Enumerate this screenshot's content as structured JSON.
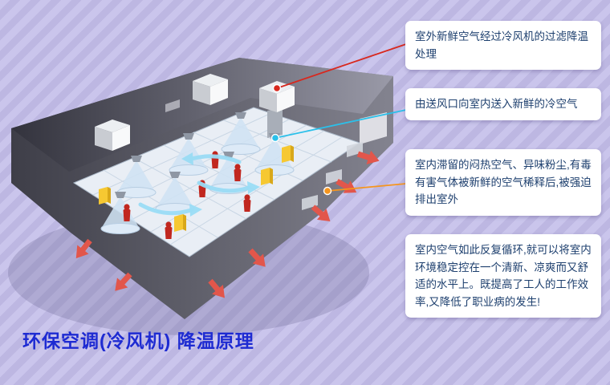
{
  "title": {
    "text": "环保空调(冷风机) 降温原理",
    "color": "#1e2bd2"
  },
  "callouts": [
    {
      "text": "室外新鲜空气经过冷风机的过滤降温处理",
      "marker_color": "#d8281e"
    },
    {
      "text": "由送风口向室内送入新鲜的冷空气",
      "marker_color": "#2bc0ea"
    },
    {
      "text": "室内滞留的闷热空气、异味粉尘,有毒有害气体被新鲜的空气稀释后,被强迫排出室外",
      "marker_color": "#f5951e"
    },
    {
      "text": "室内空气如此反复循环,就可以将室内环境稳定控在一个清新、凉爽而又舒适的水平上。既提高了工人的工作效率,又降低了职业病的发生!",
      "marker_color": null
    }
  ],
  "background": {
    "base_color": "#cac5ec",
    "stripe_color": "#bdb7e2"
  },
  "diagram_colors": {
    "building_walls": "#50505c",
    "roof": "#5f5f6b",
    "floor": "#e9eef5",
    "rooftop_cooler_unit": "#f3f4f6",
    "exhaust_air_arrows": "#e2564b",
    "fresh_air_arrows": "#9adcf5",
    "workers": "#c1271f",
    "equipment": "#f6c832"
  }
}
